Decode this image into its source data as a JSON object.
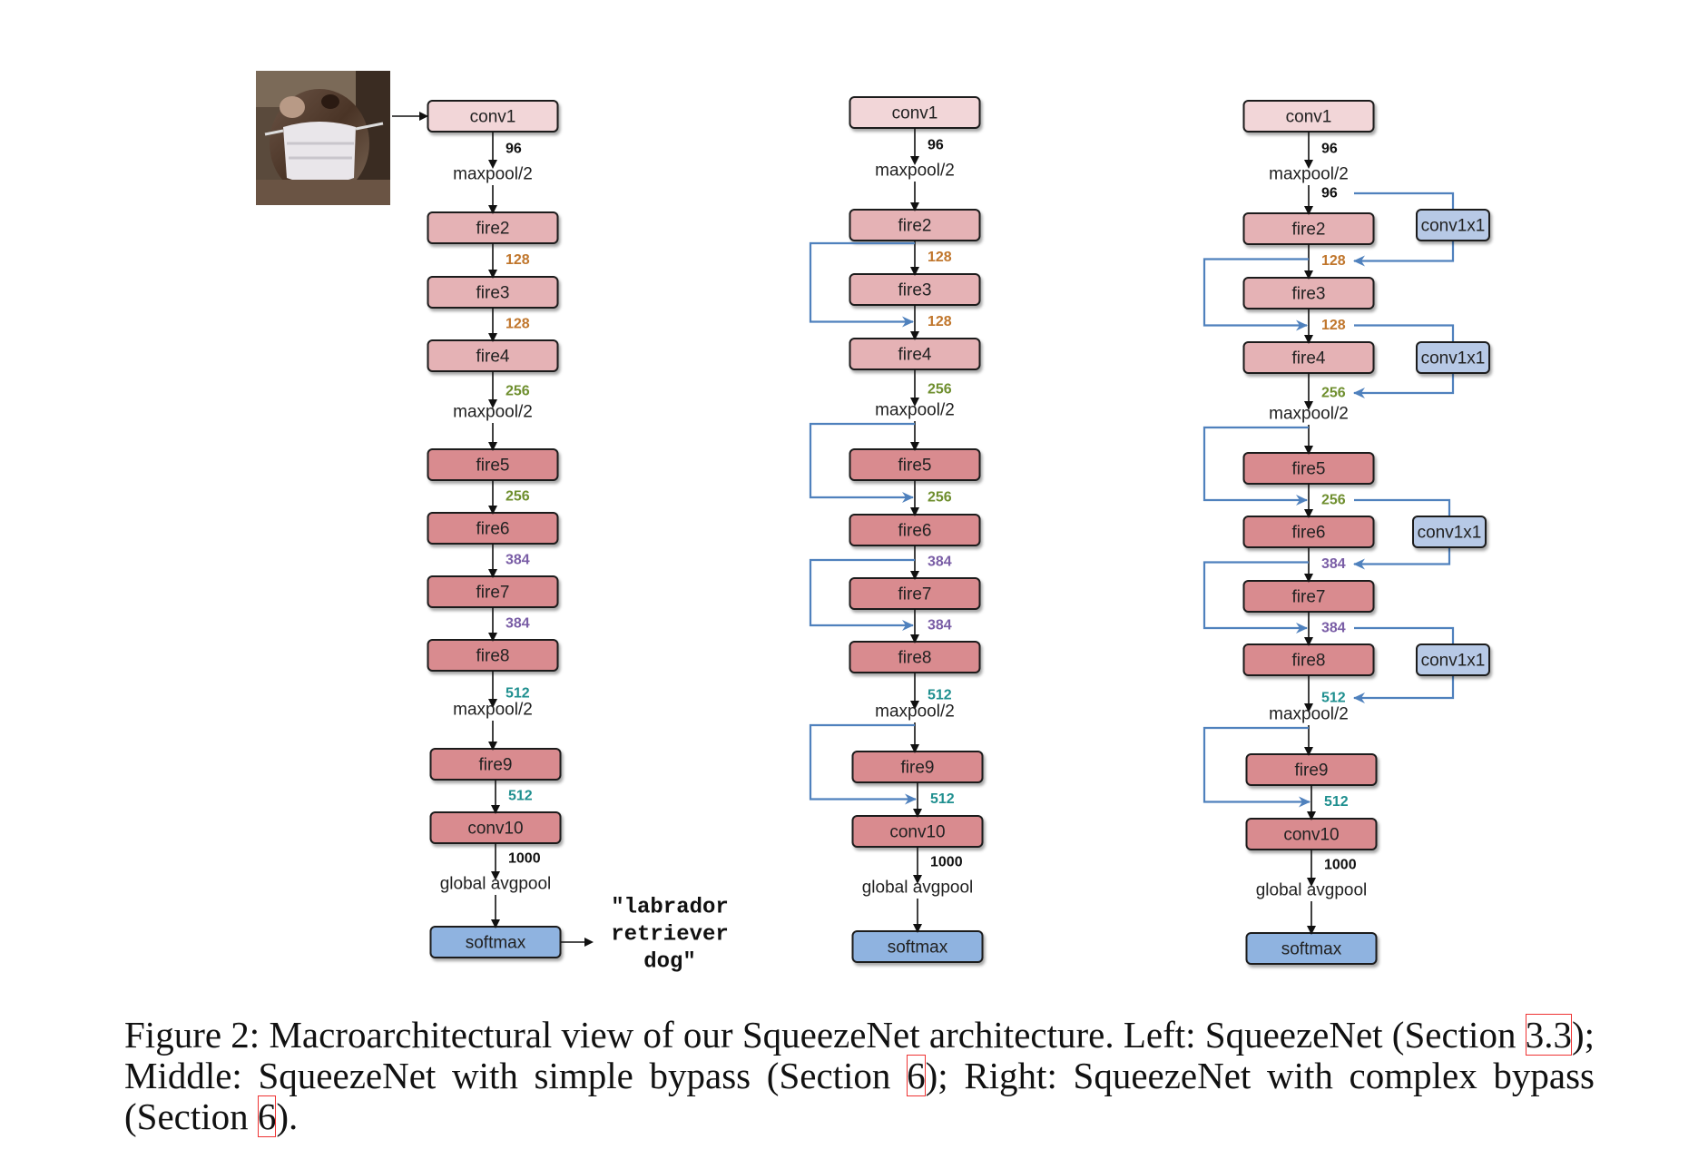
{
  "input_image": {
    "description_icon": "dog-photo-icon"
  },
  "output_label": [
    "\"labrador",
    "retriever",
    "dog\""
  ],
  "colors": {
    "light_pink": "#f2d6d8",
    "mid_pink": "#e5b2b5",
    "dark_pink": "#d98b8f",
    "blue_box": "#8fb3e0",
    "conv1x1_box": "#b7c9e6",
    "bypass_blue": "#4f81bd",
    "c128": "#c0762c",
    "c256": "#6f8f2f",
    "c384": "#7a5ea6",
    "c512": "#1f8f8f",
    "black": "#111111"
  },
  "columns": [
    {
      "name": "left",
      "nodes": [
        "conv1",
        "fire2",
        "fire3",
        "fire4",
        "fire5",
        "fire6",
        "fire7",
        "fire8",
        "fire9",
        "conv10",
        "softmax"
      ],
      "edges": [
        "96",
        "128",
        "128",
        "256",
        "256",
        "384",
        "384",
        "512",
        "512",
        "1000"
      ],
      "pool_labels": [
        "maxpool/2",
        "maxpool/2",
        "maxpool/2",
        "global avgpool"
      ]
    },
    {
      "name": "middle",
      "nodes": [
        "conv1",
        "fire2",
        "fire3",
        "fire4",
        "fire5",
        "fire6",
        "fire7",
        "fire8",
        "fire9",
        "conv10",
        "softmax"
      ],
      "edges": [
        "96",
        "128",
        "128",
        "256",
        "256",
        "384",
        "384",
        "512",
        "512",
        "1000"
      ],
      "pool_labels": [
        "maxpool/2",
        "maxpool/2",
        "maxpool/2",
        "global avgpool"
      ]
    },
    {
      "name": "right",
      "nodes": [
        "conv1",
        "fire2",
        "fire3",
        "fire4",
        "fire5",
        "fire6",
        "fire7",
        "fire8",
        "fire9",
        "conv10",
        "softmax"
      ],
      "edges": [
        "96",
        "96",
        "128",
        "128",
        "256",
        "256",
        "384",
        "384",
        "512",
        "512",
        "1000"
      ],
      "pool_labels": [
        "maxpool/2",
        "maxpool/2",
        "maxpool/2",
        "global avgpool"
      ],
      "conv1x1": [
        "conv1x1",
        "conv1x1",
        "conv1x1",
        "conv1x1"
      ]
    }
  ],
  "caption": {
    "part1": "Figure 2: Macroarchitectural view of our SqueezeNet architecture. Left: SqueezeNet (Section ",
    "ref1": "3.3",
    "part2": "); Middle: SqueezeNet with simple bypass (Section ",
    "ref2": "6",
    "part3": "); Right: SqueezeNet with complex bypass (Section ",
    "ref3": "6",
    "part4": ")."
  }
}
